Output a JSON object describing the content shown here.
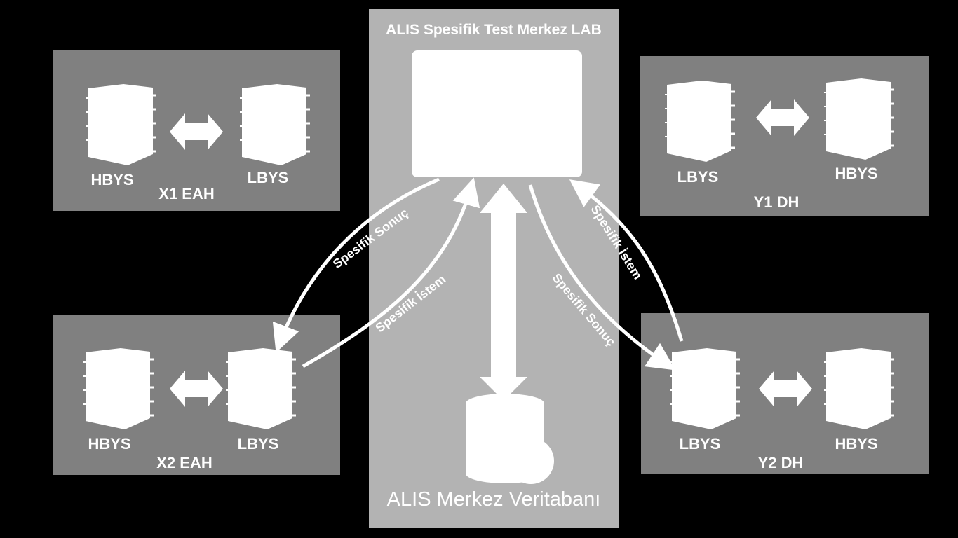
{
  "center": {
    "title": "ALIS Spesifik Test Merkez LAB",
    "db_label": "ALIS Merkez Veritabanı"
  },
  "sites": {
    "x1": {
      "left_label": "HBYS",
      "right_label": "LBYS",
      "name": "X1 EAH"
    },
    "x2": {
      "left_label": "HBYS",
      "right_label": "LBYS",
      "name": "X2 EAH"
    },
    "y1": {
      "left_label": "LBYS",
      "right_label": "HBYS",
      "name": "Y1 DH"
    },
    "y2": {
      "left_label": "LBYS",
      "right_label": "HBYS",
      "name": "Y2 DH"
    }
  },
  "flows": {
    "x2_result": "Spesifik Sonuç",
    "x2_request": "Spesifik İstem",
    "y2_result": "Spesifik Sonuç",
    "y2_request": "Spesifik İstem"
  },
  "colors": {
    "background": "#000000",
    "site_panel": "#808080",
    "center_panel": "#b3b3b3",
    "foreground": "#ffffff"
  }
}
